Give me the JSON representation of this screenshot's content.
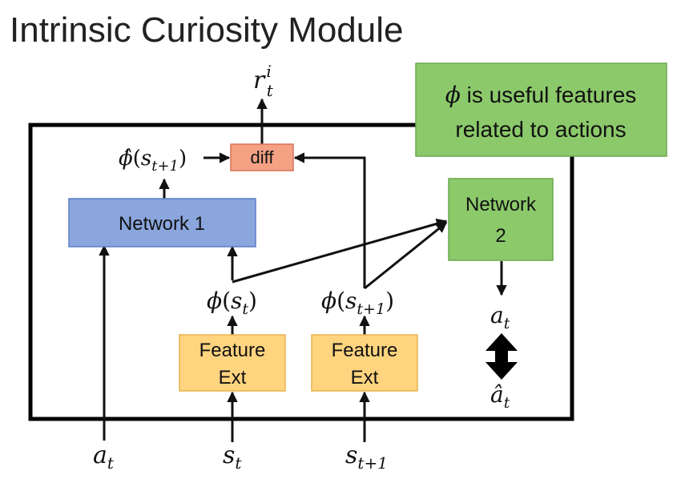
{
  "title": "Intrinsic Curiosity Module",
  "note": {
    "symbol": "ϕ",
    "line1_rest": " is useful features",
    "line2": "related to actions",
    "fill": "#8cc96b",
    "stroke": "#6aa84f"
  },
  "diff": {
    "label": "diff",
    "fill": "#f4a184",
    "stroke": "#d9735a"
  },
  "network1": {
    "label": "Network 1",
    "fill": "#8aa6dd",
    "stroke": "#5b7fc7"
  },
  "network2": {
    "line1": "Network",
    "line2": "2",
    "fill": "#8cc96b",
    "stroke": "#6aa84f"
  },
  "feature_ext": {
    "line1": "Feature",
    "line2": "Ext",
    "fill": "#ffd47f",
    "stroke": "#e6b450"
  },
  "math": {
    "r": "r",
    "r_sup": "i",
    "r_sub": "t",
    "phi": "ϕ",
    "phi_hat": "ϕ̂",
    "lparen": "(",
    "rparen": ")",
    "s": "s",
    "a": "a",
    "a_hat": "â",
    "t": "t",
    "t_plus_1": "t+1"
  }
}
